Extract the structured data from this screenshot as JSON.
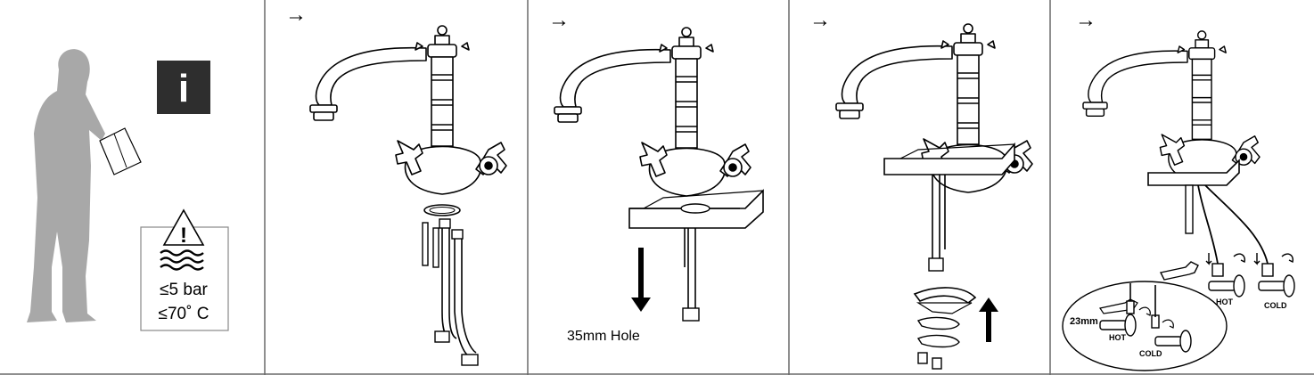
{
  "panels": [
    {
      "id": "info",
      "info_badge": "i",
      "warning": {
        "symbol": "!",
        "pressure": "≤5 bar",
        "temperature": "≤70˚ C"
      }
    },
    {
      "id": "step-1",
      "arrow": "→"
    },
    {
      "id": "step-2",
      "arrow": "→",
      "hole_label": "35mm  Hole"
    },
    {
      "id": "step-3",
      "arrow": "→"
    },
    {
      "id": "step-4",
      "arrow": "→",
      "hot_label": "HOT",
      "cold_label": "COLD",
      "inset": {
        "size_label": "23mm",
        "hot_label": "HOT",
        "cold_label": "COLD"
      }
    }
  ],
  "colors": {
    "line": "#000000",
    "silhouette": "#a8a8a8",
    "badge": "#2e2e2e",
    "divider": "#6a6a6a"
  }
}
